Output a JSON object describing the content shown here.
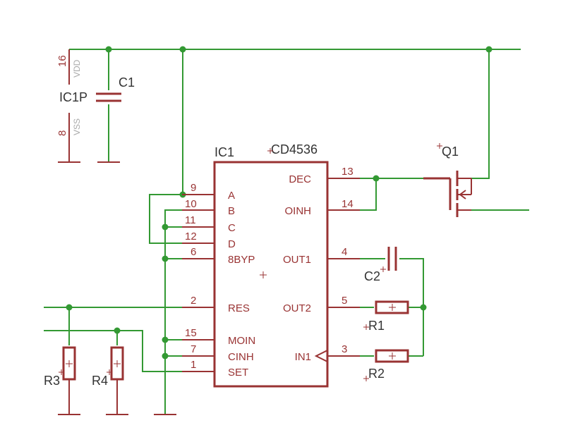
{
  "components": {
    "ic1": {
      "name": "IC1",
      "value": "CD4536"
    },
    "ic1p": {
      "name": "IC1P",
      "vdd_label": "VDD",
      "vss_label": "VSS",
      "vdd_pin": "16",
      "vss_pin": "8"
    },
    "c1": {
      "name": "C1"
    },
    "c2": {
      "name": "C2"
    },
    "q1": {
      "name": "Q1"
    },
    "r1": {
      "name": "R1"
    },
    "r2": {
      "name": "R2"
    },
    "r3": {
      "name": "R3"
    },
    "r4": {
      "name": "R4"
    }
  },
  "ic1_left_pins": [
    {
      "num": "9",
      "label": "A"
    },
    {
      "num": "10",
      "label": "B"
    },
    {
      "num": "11",
      "label": "C"
    },
    {
      "num": "12",
      "label": "D"
    },
    {
      "num": "6",
      "label": "8BYP"
    },
    {
      "num": "2",
      "label": "RES"
    },
    {
      "num": "15",
      "label": "MOIN"
    },
    {
      "num": "7",
      "label": "CINH"
    },
    {
      "num": "1",
      "label": "SET"
    }
  ],
  "ic1_right_pins": [
    {
      "num": "13",
      "label": "DEC"
    },
    {
      "num": "14",
      "label": "OINH"
    },
    {
      "num": "4",
      "label": "OUT1"
    },
    {
      "num": "5",
      "label": "OUT2"
    },
    {
      "num": "3",
      "label": "IN1"
    }
  ]
}
